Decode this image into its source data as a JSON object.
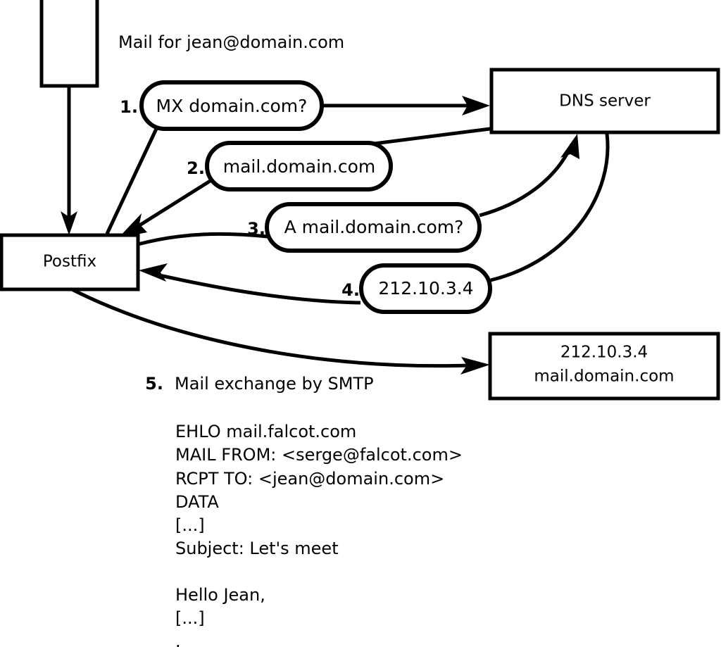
{
  "diagram": {
    "title_caption": "Mail for jean@domain.com",
    "nodes": [
      {
        "id": "client",
        "label": ""
      },
      {
        "id": "postfix",
        "label": "Postfix"
      },
      {
        "id": "dns",
        "label": "DNS server"
      },
      {
        "id": "mailserver",
        "line1": "212.10.3.4",
        "line2": "mail.domain.com"
      }
    ],
    "steps": [
      {
        "num": "1.",
        "label": "MX domain.com?"
      },
      {
        "num": "2.",
        "label": "mail.domain.com"
      },
      {
        "num": "3.",
        "label": "A mail.domain.com?"
      },
      {
        "num": "4.",
        "label": "212.10.3.4"
      }
    ],
    "step5": {
      "num": "5.",
      "label": "Mail exchange by SMTP"
    },
    "smtp_transcript": [
      "EHLO mail.falcot.com",
      "MAIL FROM: <serge@falcot.com>",
      "RCPT TO: <jean@domain.com>",
      "DATA",
      "[...]",
      "Subject: Let's meet",
      "",
      "Hello Jean,",
      "[...]",
      "."
    ],
    "colors": {
      "stroke": "#000000",
      "fill": "#ffffff"
    }
  }
}
